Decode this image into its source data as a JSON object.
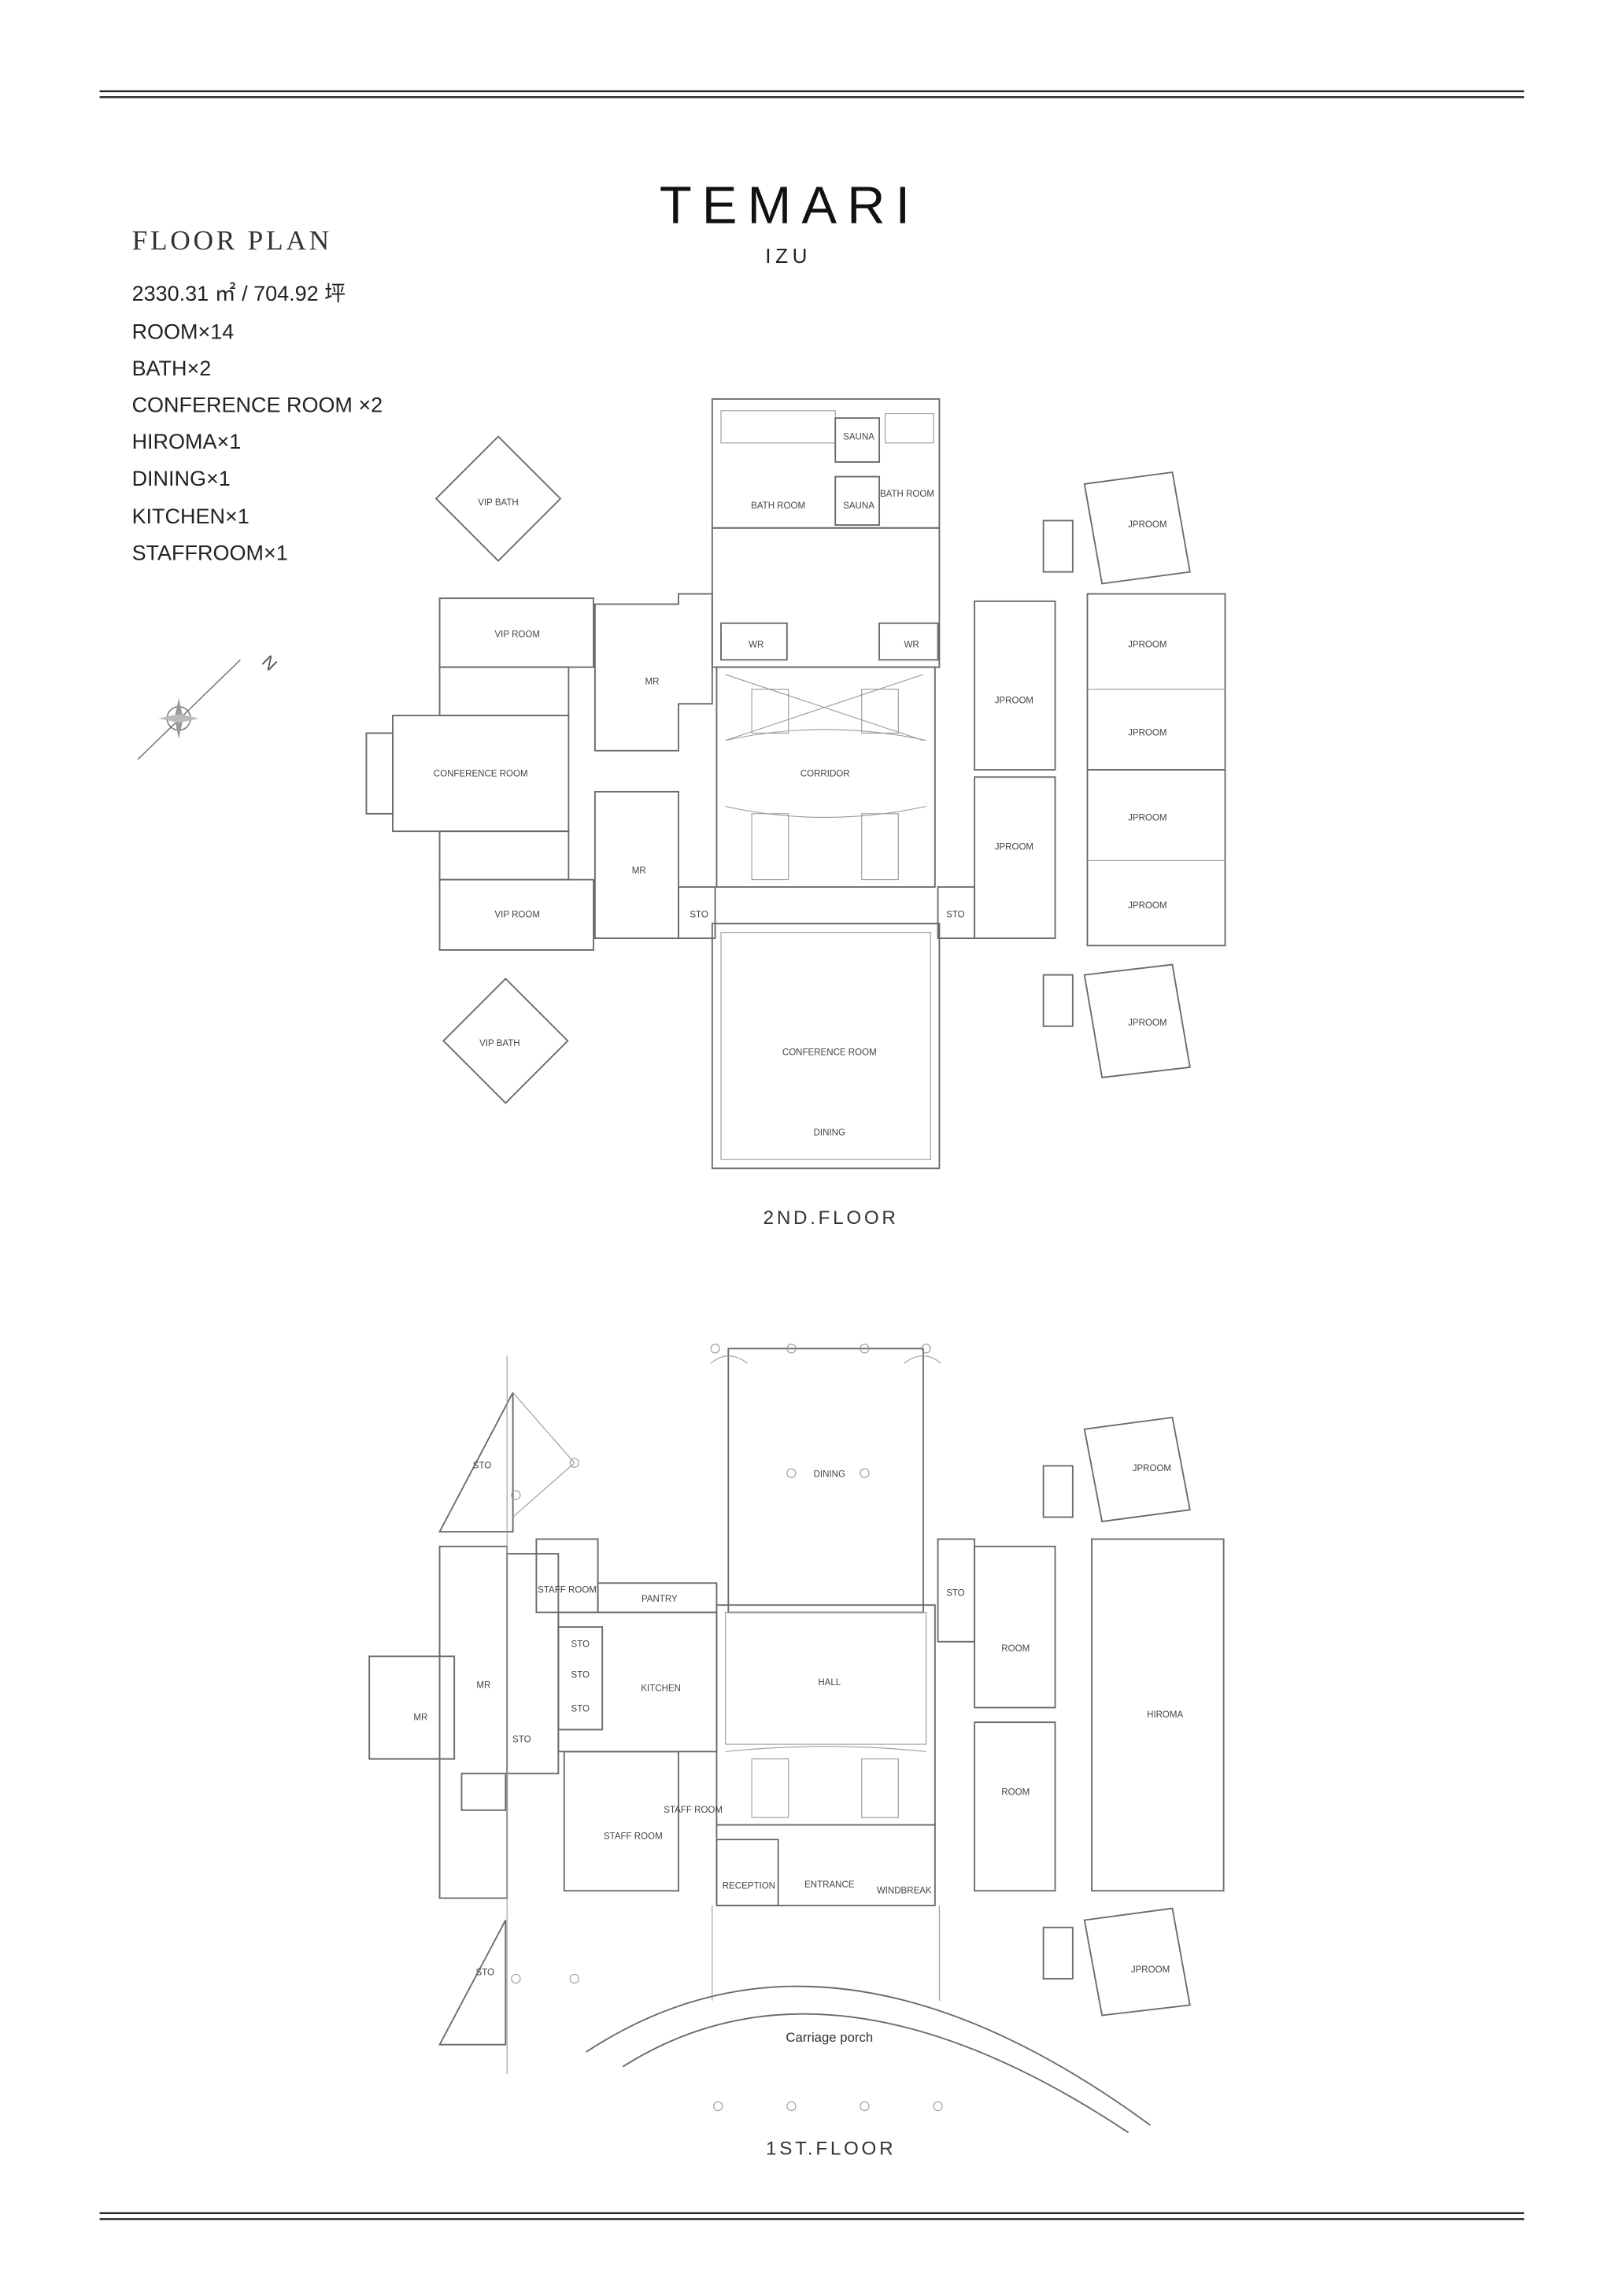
{
  "header": {
    "title": "TEMARI",
    "subtitle": "IZU"
  },
  "summary": {
    "heading": "FLOOR PLAN",
    "items": [
      "2330.31 ㎡ / 704.92 坪",
      "ROOM×14",
      "BATH×2",
      "CONFERENCE ROOM ×2",
      "HIROMA×1",
      "DINING×1",
      "KITCHEN×1",
      "STAFFROOM×1"
    ]
  },
  "compass": {
    "label": "N",
    "icon": "north-arrow-icon"
  },
  "floors": [
    {
      "name": "2ND.FLOOR",
      "rooms": [
        "SAUNA",
        "BATH ROOM",
        "SAUNA",
        "BATH ROOM",
        "VIP BATH",
        "VIP ROOM",
        "WR",
        "WR",
        "MR",
        "CONFERENCE ROOM",
        "CORRIDOR",
        "JPROOM",
        "JPROOM",
        "JPROOM",
        "JPROOM",
        "JPROOM",
        "JPROOM",
        "JPROOM",
        "MR",
        "STO",
        "STO",
        "VIP ROOM",
        "VIP BATH",
        "CONFERENCE ROOM",
        "JPROOM",
        "DINING"
      ]
    },
    {
      "name": "1ST.FLOOR",
      "rooms": [
        "STO",
        "DINING",
        "JPROOM",
        "STAFF ROOM",
        "PANTRY",
        "STO",
        "ROOM",
        "STO",
        "STO",
        "MR",
        "MR",
        "KITCHEN",
        "HALL",
        "STO",
        "HIROMA",
        "STO",
        "ROOM",
        "STAFF ROOM",
        "STAFF ROOM",
        "RECEPTION",
        "ENTRANCE",
        "WINDBREAK",
        "STO",
        "JPROOM",
        "Carriage porch"
      ]
    }
  ]
}
